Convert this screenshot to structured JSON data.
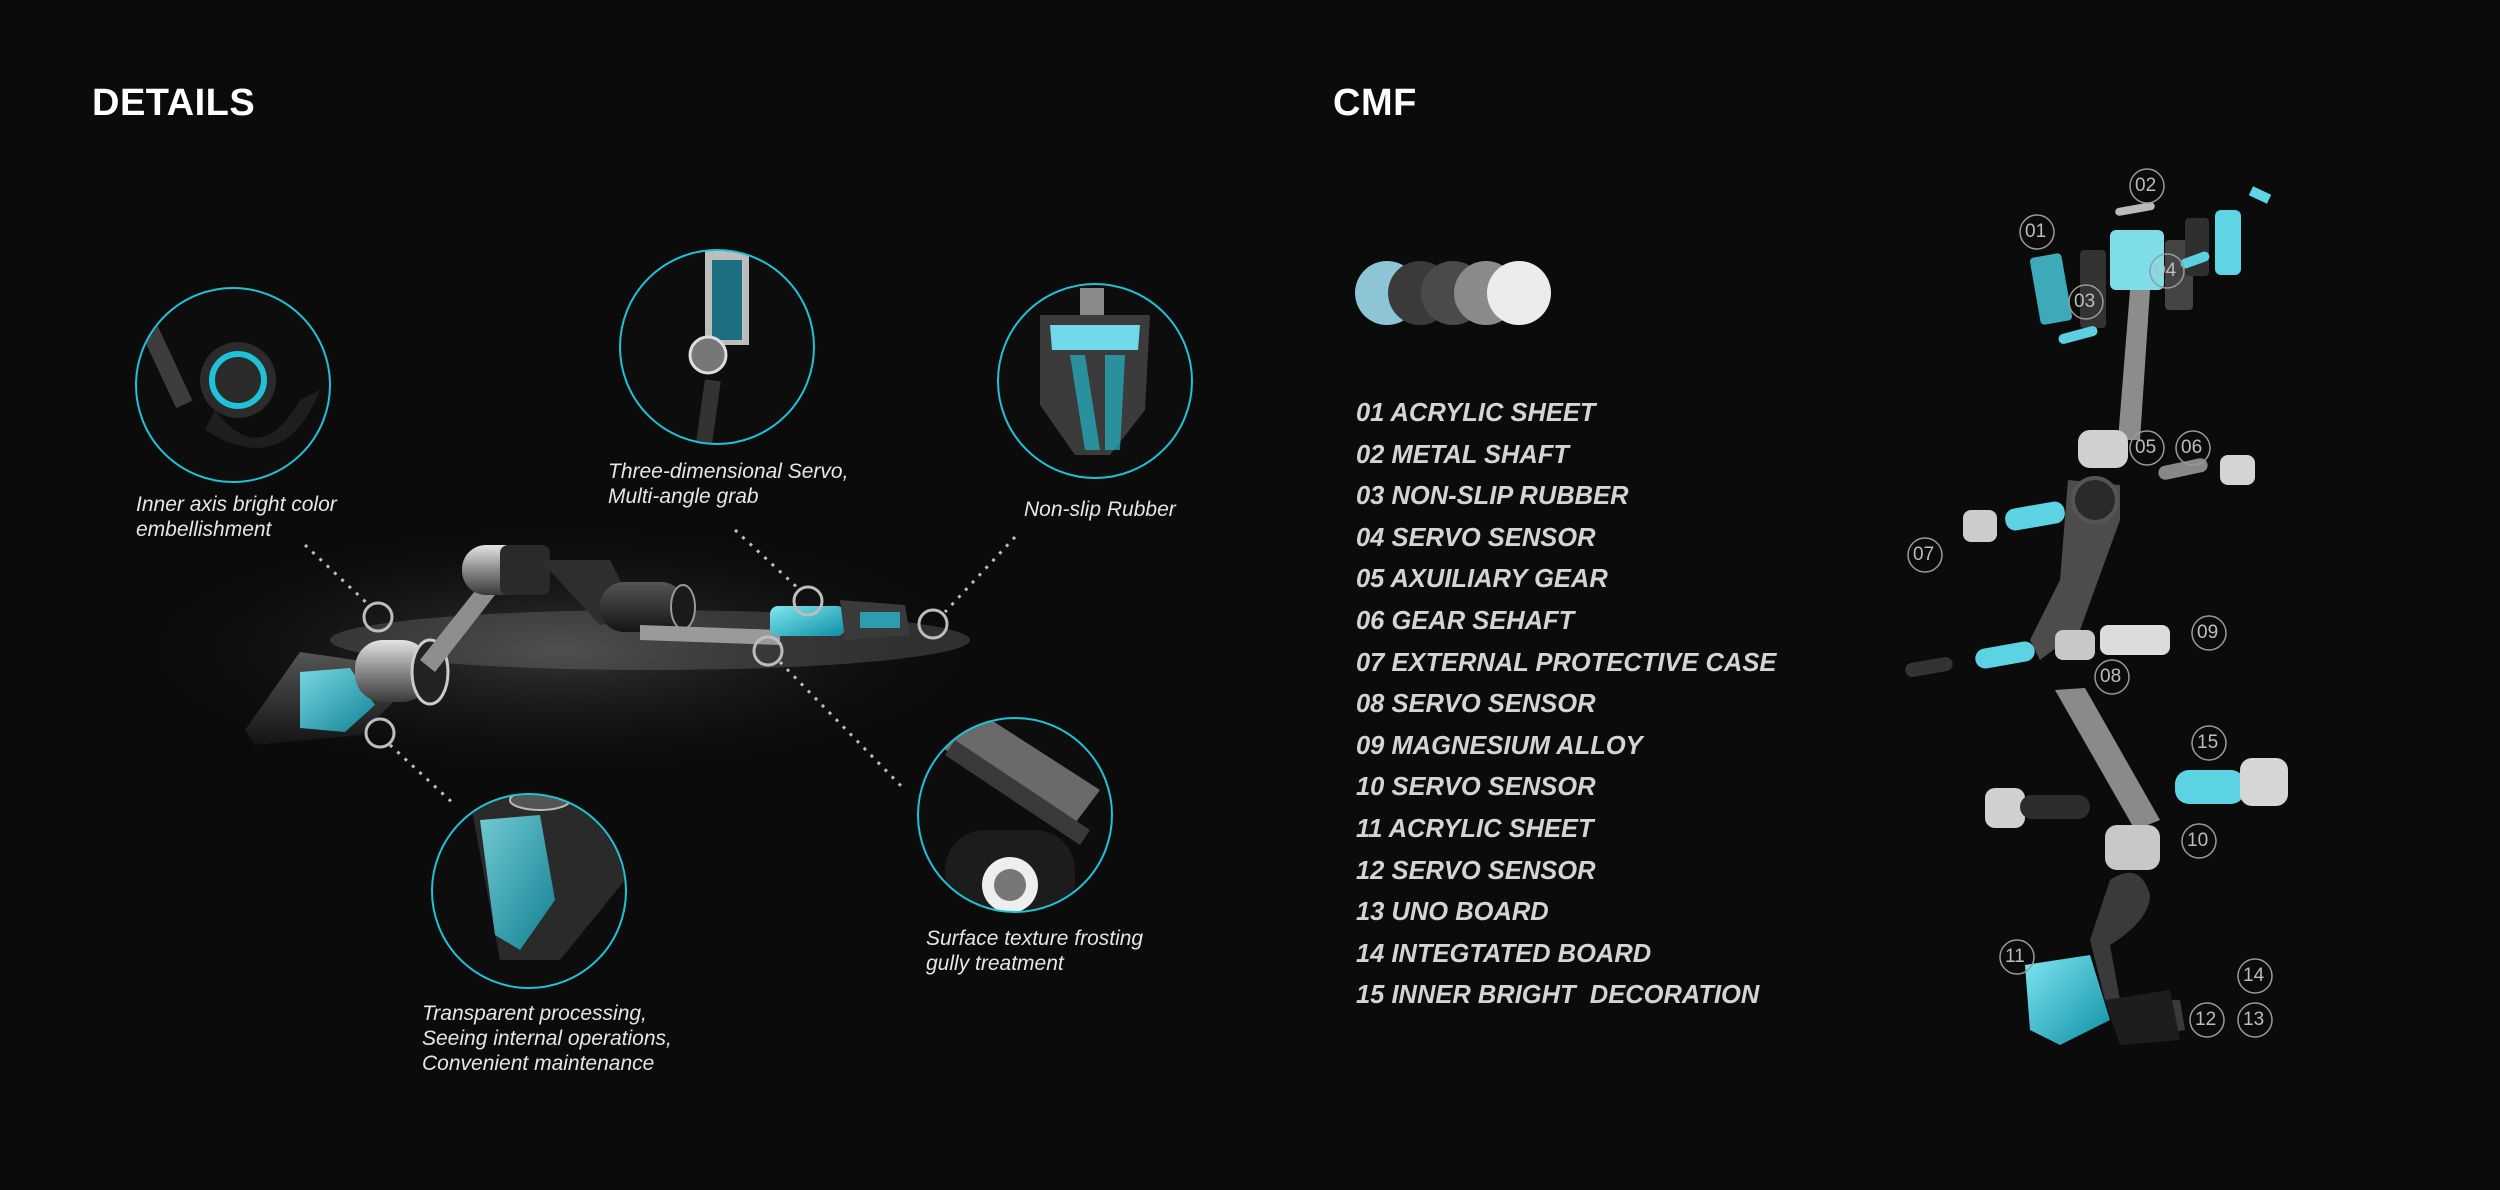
{
  "details": {
    "title": "DETAILS",
    "callouts": [
      {
        "lines": [
          "Inner axis bright color",
          "embellishment"
        ]
      },
      {
        "lines": [
          "Three-dimensional Servo,",
          "Multi-angle grab"
        ]
      },
      {
        "lines": [
          "Non-slip Rubber"
        ]
      },
      {
        "lines": [
          "Transparent processing,",
          "Seeing internal operations,",
          "Convenient maintenance"
        ]
      },
      {
        "lines": [
          "Surface texture frosting",
          "gully treatment"
        ]
      }
    ]
  },
  "cmf": {
    "title": "CMF",
    "swatches": [
      "#8ec5d6",
      "#3a3a3a",
      "#4a4a4a",
      "#8a8a8a",
      "#ececec"
    ],
    "items": [
      "01 ACRYLIC SHEET",
      "02 METAL SHAFT",
      "03 NON-SLIP RUBBER",
      "04 SERVO SENSOR",
      "05 AXUILIARY GEAR",
      "06 GEAR SEHAFT",
      "07 EXTERNAL PROTECTIVE CASE",
      "08 SERVO SENSOR",
      "09 MAGNESIUM ALLOY",
      "10 SERVO SENSOR",
      "11 ACRYLIC SHEET",
      "12 SERVO SENSOR",
      "13 UNO BOARD",
      "14 INTEGTATED BOARD",
      "15 INNER BRIGHT  DECORATION"
    ],
    "part_numbers": [
      "01",
      "02",
      "03",
      "04",
      "05",
      "06",
      "07",
      "08",
      "09",
      "10",
      "11",
      "12",
      "13",
      "14",
      "15"
    ]
  },
  "colors": {
    "background": "#0b0b0b",
    "accent_cyan": "#1fc2d6",
    "ring_grey": "#bdbdbd"
  }
}
